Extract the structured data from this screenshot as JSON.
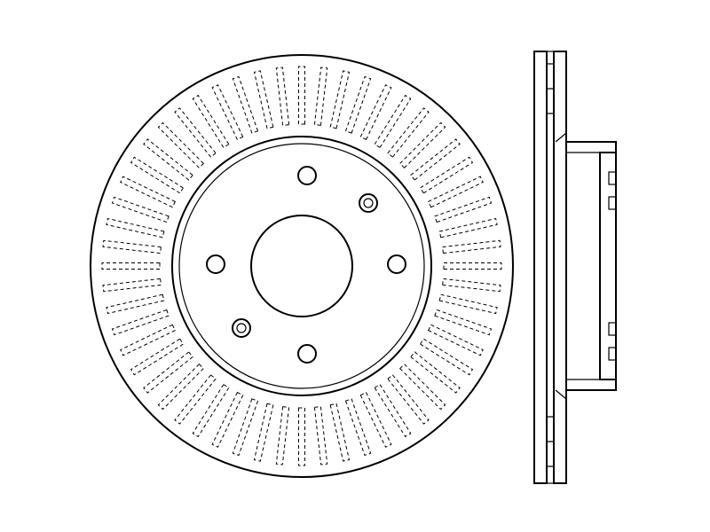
{
  "drawing": {
    "type": "brake-disc-technical-drawing",
    "front_view": {
      "bolt_holes": 4,
      "mounting_screw_holes": 2,
      "ventilation_slots": 56
    },
    "side_view": {
      "style": "ventilated-disc-section"
    },
    "colors": {
      "line": "#000000",
      "background": "#ffffff"
    }
  }
}
